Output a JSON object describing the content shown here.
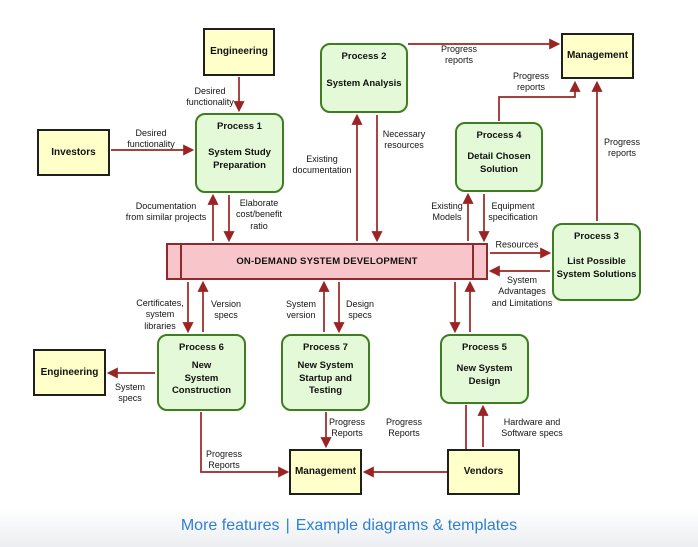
{
  "colors": {
    "entity_fill": "#ffffc9",
    "entity_border": "#1f1f1f",
    "process_fill": "#e4f9d7",
    "process_border": "#3e7d20",
    "store_fill": "#f8c6ca",
    "store_border": "#8e2a2e",
    "arrow": "#9b2423",
    "link": "#2e7fd6"
  },
  "entities": {
    "engineering_top": {
      "label": "Engineering"
    },
    "investors": {
      "label": "Investors"
    },
    "management_top": {
      "label": "Management"
    },
    "engineering_left": {
      "label": "Engineering"
    },
    "management_bottom": {
      "label": "Management"
    },
    "vendors": {
      "label": "Vendors"
    }
  },
  "processes": {
    "p1": {
      "title": "Process 1",
      "name": "System Study\nPreparation"
    },
    "p2": {
      "title": "Process 2",
      "name": "System Analysis"
    },
    "p3": {
      "title": "Process 3",
      "name": "List Possible\nSystem Solutions"
    },
    "p4": {
      "title": "Process 4",
      "name": "Detail Chosen\nSolution"
    },
    "p5": {
      "title": "Process 5",
      "name": "New System\nDesign"
    },
    "p6": {
      "title": "Process 6",
      "name": "New\nSystem\nConstruction"
    },
    "p7": {
      "title": "Process 7",
      "name": "New System\nStartup and\nTesting"
    }
  },
  "datastore": {
    "label": "ON-DEMAND SYSTEM DEVELOPMENT"
  },
  "flow_labels": {
    "desired_functionality_top": "Desired\nfunctionality",
    "desired_functionality_left": "Desired\nfunctionality",
    "documentation_similar": "Documentation\nfrom similar projects",
    "elaborate_cost": "Elaborate\ncost/benefit\nratio",
    "existing_documentation": "Existing\ndocumentation",
    "necessary_resources": "Necessary\nresources",
    "progress_reports_p2": "Progress\nreports",
    "progress_reports_p4": "Progress\nreports",
    "progress_reports_p3": "Progress\nreports",
    "existing_models": "Existing\nModels",
    "equipment_specification": "Equipment\nspecification",
    "resources": "Resources",
    "system_advantages": "System\nAdvantages\nand Limitations",
    "certificates": "Certificates,\nsystem\nlibraries",
    "version_specs": "Version\nspecs",
    "system_version": "System\nversion",
    "design_specs": "Design\nspecs",
    "system_specs": "System\nspecs",
    "progress_reports_p6": "Progress\nReports",
    "progress_reports_p7": "Progress\nReports",
    "progress_reports_p5": "Progress\nReports",
    "hardware_software": "Hardware and\nSoftware specs"
  },
  "footer": {
    "more_features": "More features",
    "divider": "|",
    "templates": "Example diagrams & templates"
  }
}
